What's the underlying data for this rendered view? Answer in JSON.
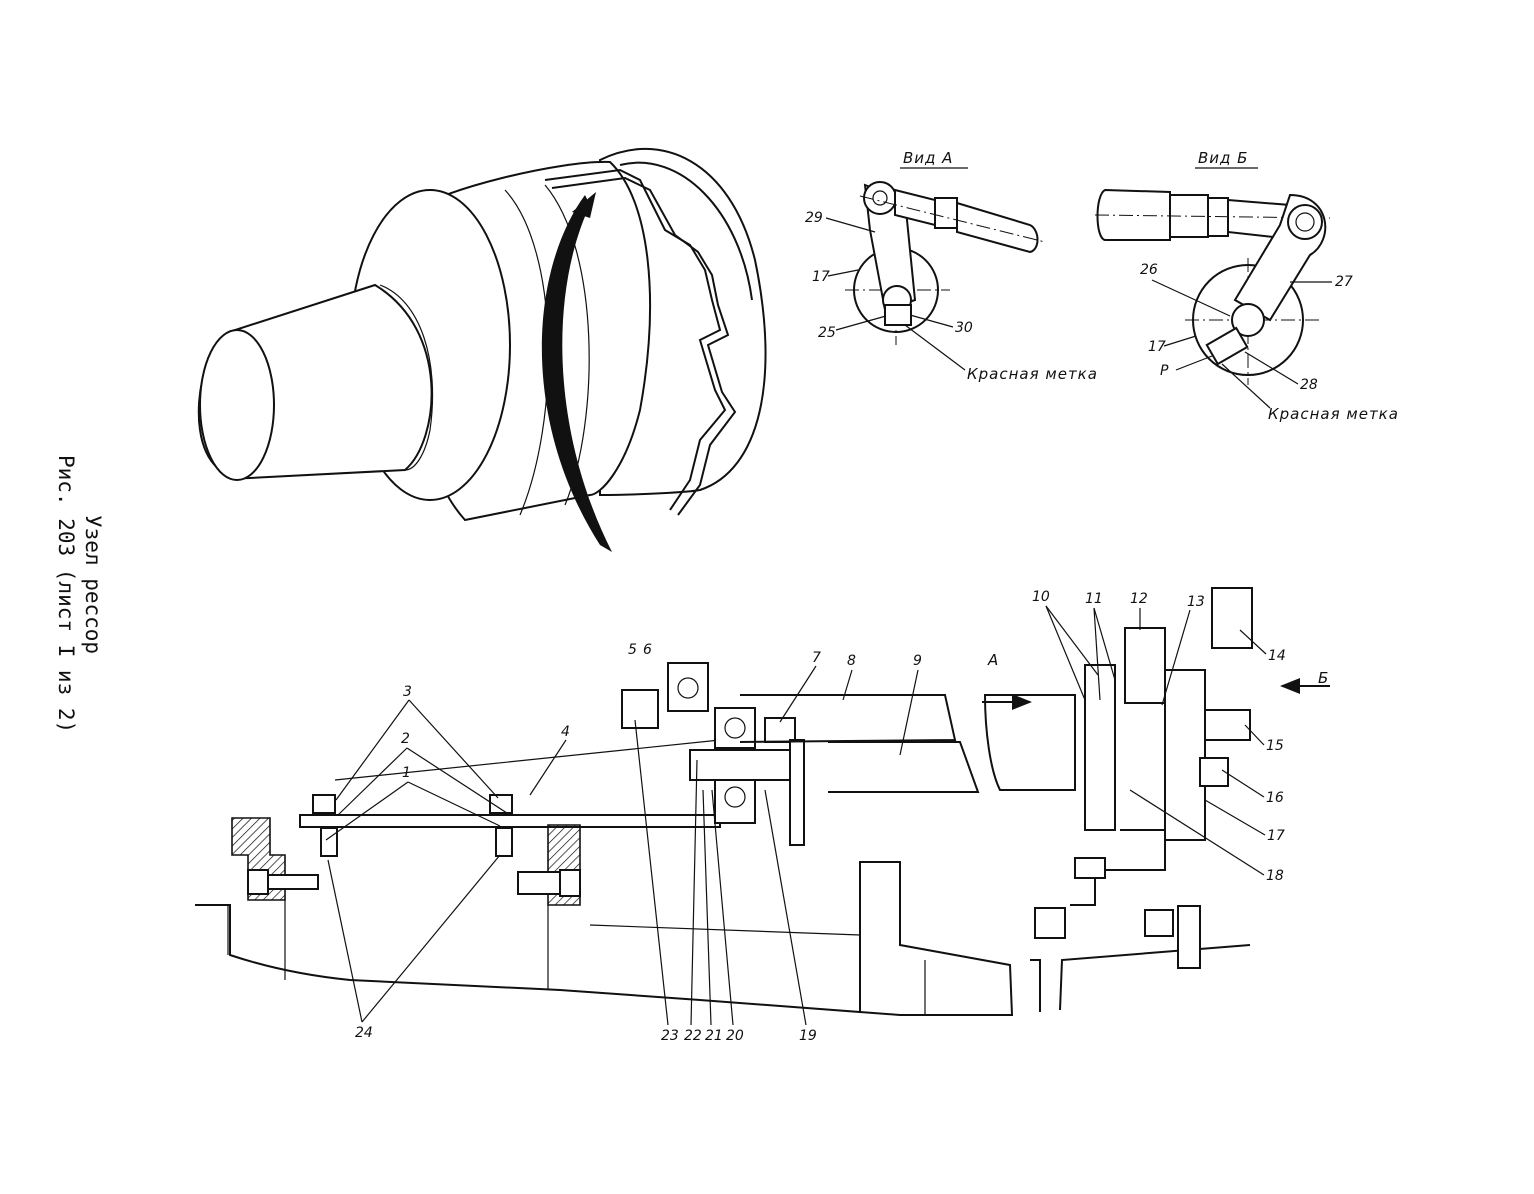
{
  "captions": {
    "figure_number": "Рис. 203 (лист I из 2)",
    "title": "Узел рессор"
  },
  "view_a": {
    "title": "Вид А",
    "mark_label": "Красная метка",
    "callouts": [
      "29",
      "17",
      "25",
      "30"
    ]
  },
  "view_b": {
    "title": "Вид Б",
    "mark_label": "Красная метка",
    "callouts": [
      "26",
      "27",
      "17",
      "P",
      "28"
    ]
  },
  "main_view": {
    "direction_a": "А",
    "direction_b": "Б",
    "callouts": [
      "1",
      "2",
      "3",
      "4",
      "5",
      "6",
      "7",
      "8",
      "9",
      "10",
      "11",
      "12",
      "13",
      "14",
      "15",
      "16",
      "17",
      "18",
      "19",
      "20",
      "21",
      "22",
      "23",
      "24"
    ]
  }
}
